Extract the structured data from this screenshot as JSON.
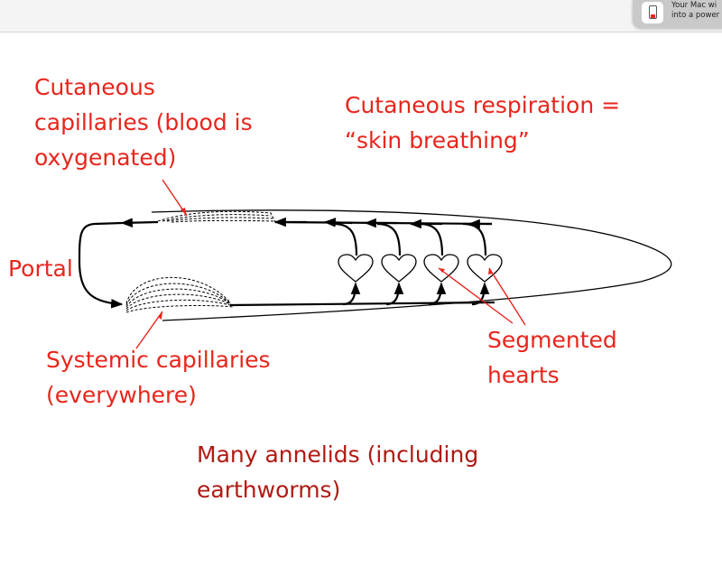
{
  "notification": {
    "line1": "Your Mac wi",
    "line2": "into a power",
    "icon": "battery-low-icon"
  },
  "labels": {
    "cutaneous_capillaries": [
      "Cutaneous",
      "capillaries (blood is",
      "oxygenated)"
    ],
    "cutaneous_respiration": [
      "Cutaneous respiration =",
      "“skin breathing”"
    ],
    "portal": "Portal",
    "systemic_capillaries": [
      "Systemic capillaries",
      "(everywhere)"
    ],
    "segmented_hearts": [
      "Segmented",
      "hearts"
    ],
    "annelids": [
      "Many annelids (including",
      "earthworms)"
    ]
  },
  "colors": {
    "label_red": "#e8251c",
    "label_dark_red": "#b01a14",
    "diagram_line": "#000000"
  }
}
